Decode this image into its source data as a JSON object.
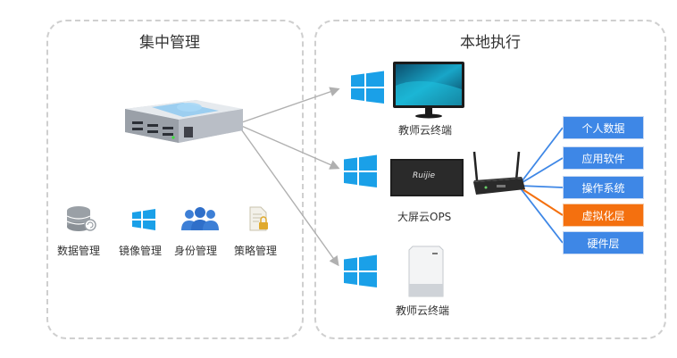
{
  "left_panel": {
    "title": "集中管理",
    "tools": [
      {
        "label": "数据管理",
        "icon": "database-icon"
      },
      {
        "label": "镜像管理",
        "icon": "windows-logo-icon"
      },
      {
        "label": "身份管理",
        "icon": "users-icon"
      },
      {
        "label": "策略管理",
        "icon": "policy-document-lock-icon"
      }
    ]
  },
  "right_panel": {
    "title": "本地执行",
    "devices": [
      {
        "label": "教师云终端",
        "icon": "monitor-icon"
      },
      {
        "label": "大屏云OPS",
        "icon": "large-screen-display-icon",
        "screen_text": "Ruijie"
      },
      {
        "label": "教师云终端",
        "icon": "tower-terminal-icon"
      }
    ],
    "stack_layers": [
      {
        "label": "个人数据",
        "color": "#3e87e6"
      },
      {
        "label": "应用软件",
        "color": "#3e87e6"
      },
      {
        "label": "操作系统",
        "color": "#3e87e6"
      },
      {
        "label": "虚拟化层",
        "color": "#f4700f"
      },
      {
        "label": "硬件层",
        "color": "#3e87e6"
      }
    ]
  },
  "colors": {
    "windows_blue": "#1aa0e8",
    "arrow_gray": "#b0b0b0",
    "layer_blue": "#3e87e6",
    "layer_orange": "#f4700f"
  }
}
